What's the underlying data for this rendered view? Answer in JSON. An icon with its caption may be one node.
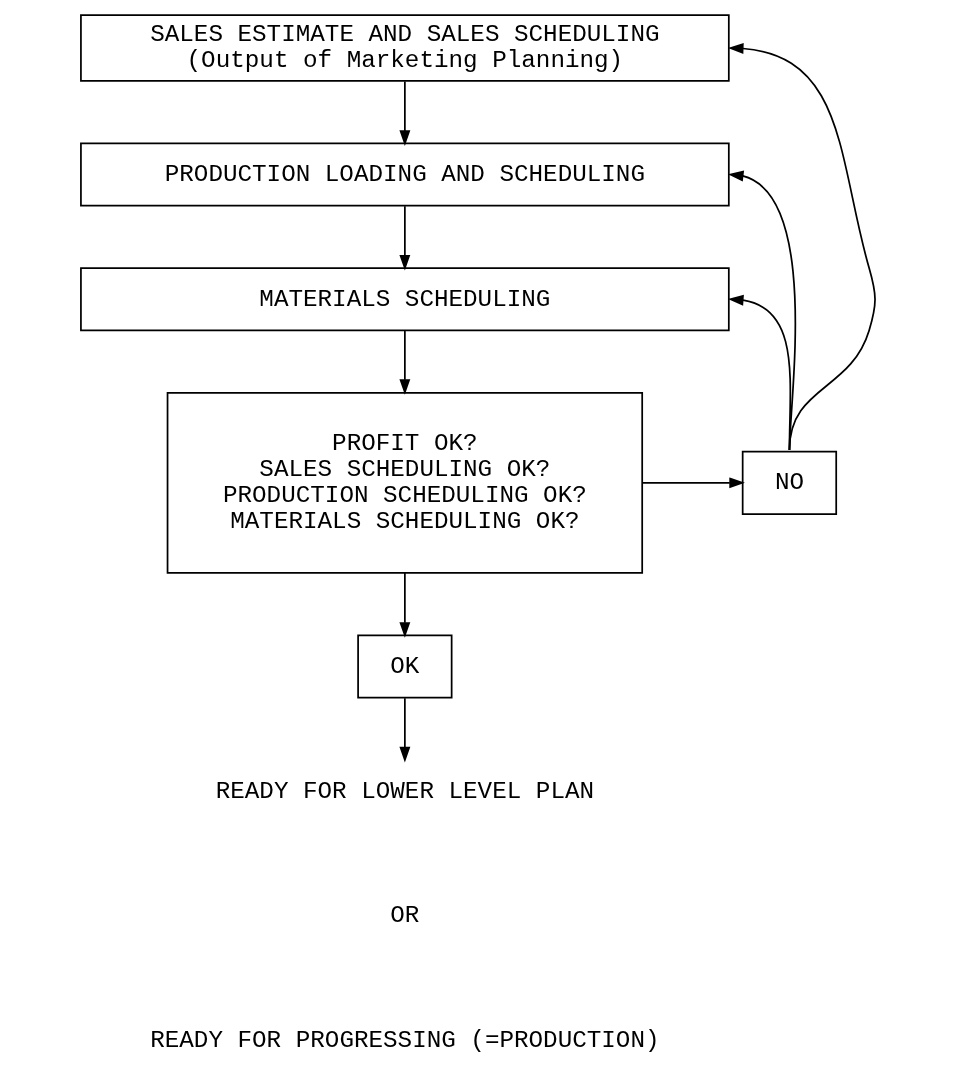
{
  "diagram": {
    "nodes": [
      {
        "text": [
          "SALES ESTIMATE AND SALES SCHEDULING",
          "(Output of Marketing Planning)"
        ]
      },
      {
        "text": [
          "PRODUCTION LOADING AND SCHEDULING"
        ]
      },
      {
        "text": [
          "MATERIALS SCHEDULING"
        ]
      },
      {
        "text": [
          "PROFIT OK?",
          "SALES SCHEDULING OK?",
          "PRODUCTION SCHEDULING OK?",
          "MATERIALS SCHEDULING OK?"
        ]
      },
      {
        "text": [
          "NO"
        ]
      },
      {
        "text": [
          "OK"
        ]
      },
      {
        "text": [
          "READY FOR LOWER LEVEL PLAN"
        ]
      }
    ],
    "edges": [
      {
        "from": 0,
        "to": 1,
        "arrow": "to"
      },
      {
        "from": 1,
        "to": 2,
        "arrow": "to"
      },
      {
        "from": 2,
        "to": 3,
        "arrow": "to"
      },
      {
        "from": 3,
        "to": 4,
        "arrow": "to"
      },
      {
        "from": 3,
        "to": 5,
        "arrow": "to"
      },
      {
        "from": 5,
        "to": 6,
        "arrow": "to"
      },
      {
        "from": 4,
        "to": 0,
        "arrow": "to"
      },
      {
        "from": 4,
        "to": 1,
        "arrow": "to"
      },
      {
        "from": 4,
        "to": 2,
        "arrow": "to"
      }
    ],
    "labels": [
      "OR",
      "READY FOR PROGRESSING (=PRODUCTION)"
    ]
  }
}
